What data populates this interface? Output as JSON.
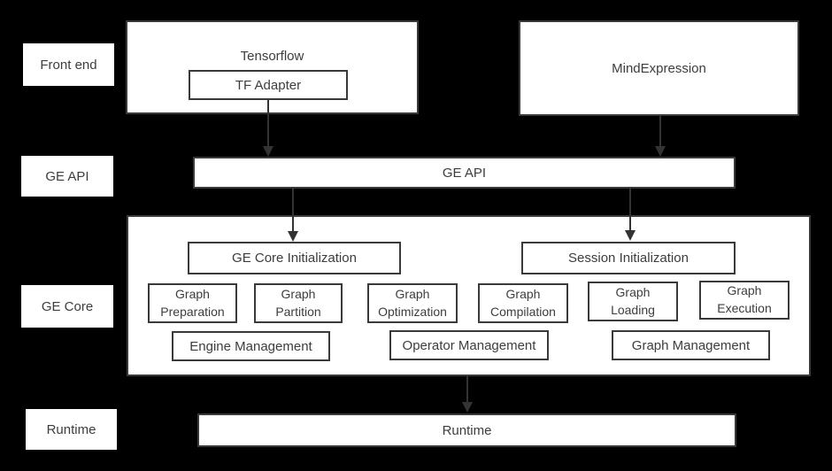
{
  "colors": {
    "background": "#000000",
    "box_fill": "#ffffff",
    "border": "#3a3a3a",
    "text": "#3d3d3d",
    "arrow": "#333333"
  },
  "row_labels": [
    {
      "label": "Front end"
    },
    {
      "label": "GE API"
    },
    {
      "label": "GE Core"
    },
    {
      "label": "Runtime"
    }
  ],
  "front_end": {
    "tensorflow": {
      "title": "Tensorflow",
      "adapter": "TF Adapter"
    },
    "mind_expression": {
      "title": "MindExpression"
    }
  },
  "ge_api": {
    "label": "GE API"
  },
  "ge_core": {
    "init_boxes": [
      {
        "label": "GE Core Initialization"
      },
      {
        "label": "Session Initialization"
      }
    ],
    "stage_boxes": [
      {
        "label": "Graph Preparation"
      },
      {
        "label": "Graph Partition"
      },
      {
        "label": "Graph Optimization"
      },
      {
        "label": "Graph Compilation"
      },
      {
        "label": "Graph Loading"
      },
      {
        "label": "Graph Execution"
      }
    ],
    "management_boxes": [
      {
        "label": "Engine Management"
      },
      {
        "label": "Operator Management"
      },
      {
        "label": "Graph Management"
      }
    ]
  },
  "runtime": {
    "label": "Runtime"
  }
}
